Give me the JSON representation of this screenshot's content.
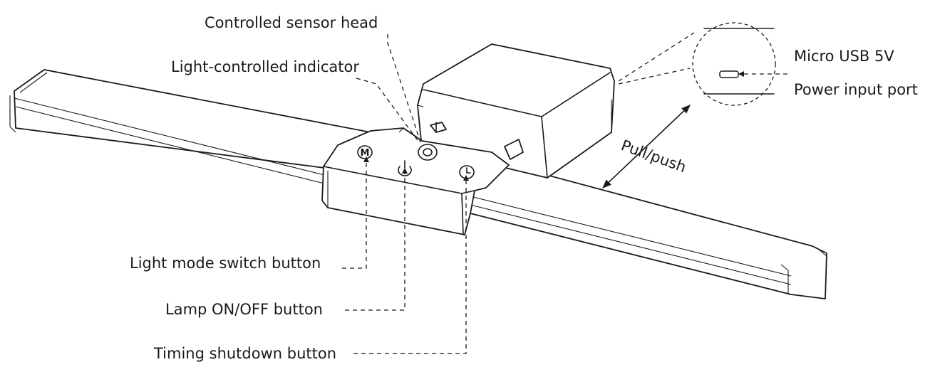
{
  "labels": {
    "sensor_head": "Controlled sensor head",
    "indicator": "Light-controlled indicator",
    "usb": "Micro USB 5V",
    "power_port": "Power input port",
    "pull_push": "Pull/push",
    "mode_button": "Light mode switch button",
    "power_button": "Lamp ON/OFF button",
    "timer_button": "Timing shutdown button",
    "mode_glyph": "M"
  },
  "icons": {
    "mode": "m-letter-icon",
    "power": "power-icon",
    "timer": "clock-icon",
    "sensor": "sensor-ring-icon",
    "usb_port": "micro-usb-port-icon"
  }
}
